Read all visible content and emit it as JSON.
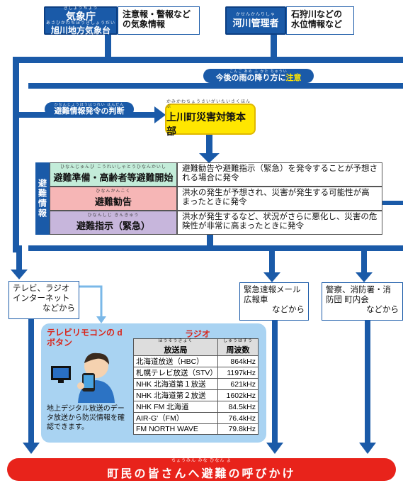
{
  "sources": {
    "jma": {
      "ruby": "きしょうちょう",
      "line1": "気象庁",
      "ruby2": "あさひかわちほうきしょうだい",
      "line2": "旭川地方気象台",
      "info": "注意報・警報などの気象情報"
    },
    "river": {
      "ruby": "かせんかんりしゃ",
      "name": "河川管理者",
      "info": "石狩川などの水位情報など"
    }
  },
  "rain_notice": {
    "ruby": "こんご あめ ふ かた ちゅうい",
    "prefix": "今後の雨の降り方に",
    "highlight": "注意"
  },
  "evac_judgement": {
    "ruby": "ひなんじょうほうはつれい はんだん",
    "label": "避難情報発令の判断"
  },
  "hq": {
    "ruby": "かみかわちょうさいがいたいさくほんぶ",
    "label": "上川町災害対策本部"
  },
  "evac_info": {
    "side_label": "避難情報",
    "rows": [
      {
        "ruby": "ひなんじゅんび こうれいしゃとうひなんかいし",
        "name": "避難準備・高齢者等避難開始",
        "desc": "避難勧告や避難指示（緊急）を発令することが予想される場合に発令",
        "color": "#c3ecd9"
      },
      {
        "ruby": "ひなんかんこく",
        "name": "避難勧告",
        "desc": "洪水の発生が予想され、災害が発生する可能性が高まったときに発令",
        "color": "#f6b6b6"
      },
      {
        "ruby": "ひなんしじ きんきゅう",
        "name": "避難指示（緊急）",
        "desc": "洪水が発生するなど、状況がさらに悪化し、災害の危険性が非常に高まったときに発令",
        "color": "#c7b6dc"
      }
    ]
  },
  "destinations": [
    {
      "text": "テレビ、ラジオ インターネット",
      "tail": "などから"
    },
    {
      "text": "緊急速報メール 広報車",
      "tail": "などから"
    },
    {
      "text": "警察、消防署・消防団 町内会",
      "tail": "などから"
    }
  ],
  "remote": {
    "title": "テレビリモコンの dボタン",
    "desc": "地上デジタル放送のデータ放送から防災情報を確認できます。"
  },
  "radio": {
    "title": "ラジオ",
    "headers": {
      "station": "放送局",
      "freq": "周波数",
      "ruby_station": "ほうそうきょく",
      "ruby_freq": "しゅうはすう"
    },
    "rows": [
      {
        "station": "北海道放送（HBC）",
        "freq": "864kHz"
      },
      {
        "station": "札幌テレビ放送（STV）",
        "freq": "1197kHz"
      },
      {
        "station": "NHK 北海道第１放送",
        "freq": "621kHz"
      },
      {
        "station": "NHK 北海道第２放送",
        "freq": "1602kHz"
      },
      {
        "station": "NHK FM 北海道",
        "freq": "84.5kHz"
      },
      {
        "station": "AIR-G'（FM）",
        "freq": "76.4kHz"
      },
      {
        "station": "FM NORTH WAVE",
        "freq": "79.8kHz"
      }
    ]
  },
  "bottom": {
    "ruby": "ちょうみん みな ひなん よ",
    "label": "町民の皆さんへ避難の呼びかけ"
  },
  "colors": {
    "flow_blue": "#1a5aa8",
    "arrow_blue": "#7ab8e8",
    "hq_yellow": "#ffe600",
    "bottom_red": "#e8231b",
    "panel_blue": "#a9d3f2"
  }
}
